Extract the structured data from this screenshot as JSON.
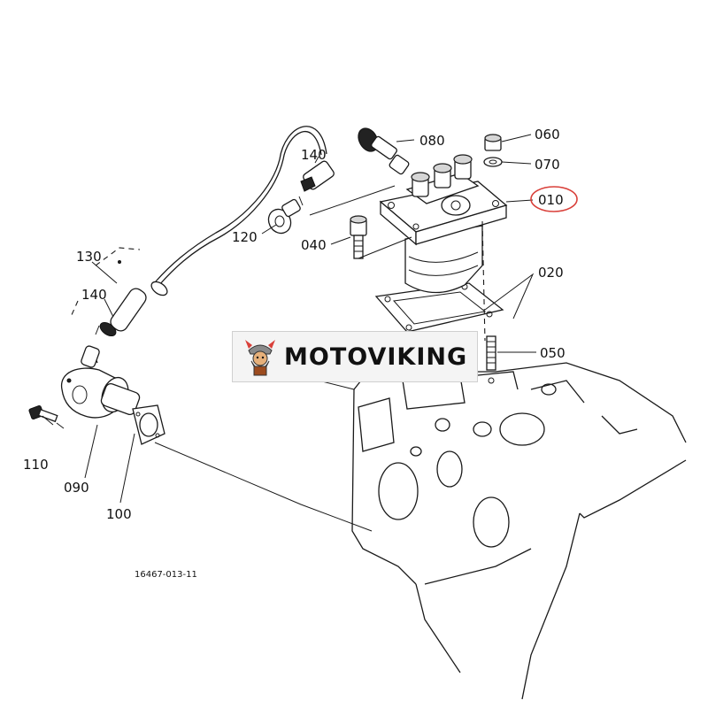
{
  "callouts": {
    "c080": "080",
    "c060": "060",
    "c070": "070",
    "c140a": "140",
    "c010": "010",
    "c120": "120",
    "c040": "040",
    "c130": "130",
    "c140b": "140",
    "c020": "020",
    "c050": "050",
    "c110": "110",
    "c090": "090",
    "c100": "100"
  },
  "figure_number": "16467-013-11",
  "watermark": {
    "text": "MOTOVIKING",
    "logo_icon": "viking-mascot-icon"
  },
  "highlight": {
    "target": "010",
    "color": "#d9403a"
  }
}
